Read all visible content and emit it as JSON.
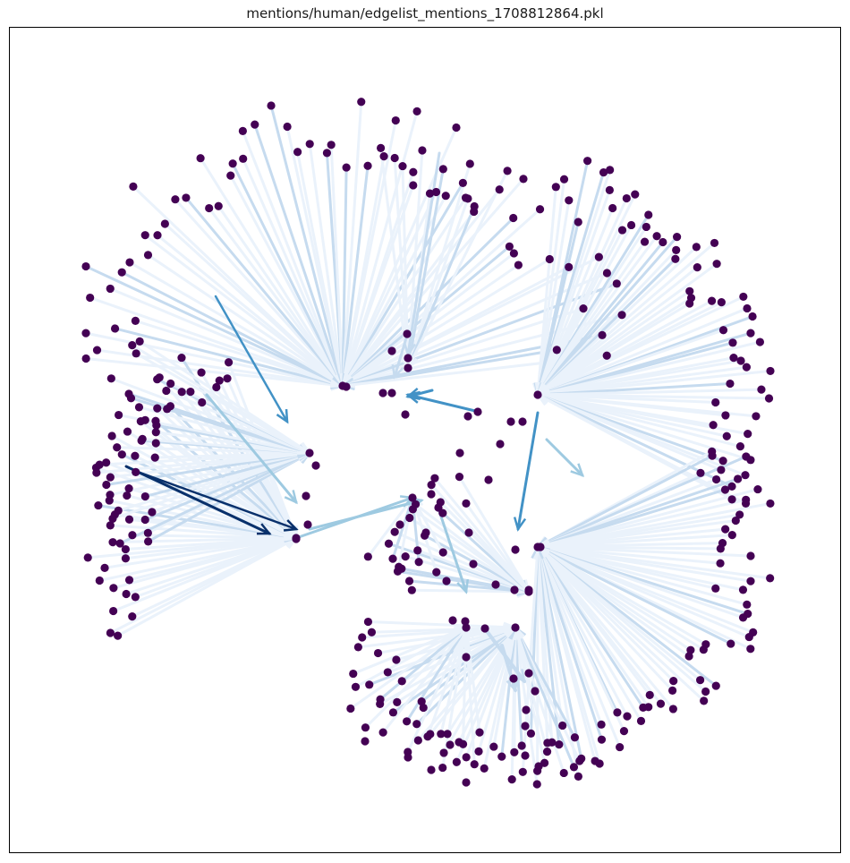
{
  "figure": {
    "title": "mentions/human/edgelist_mentions_1708812864.pkl"
  },
  "style": {
    "node_color": "#440154",
    "edge_colors": {
      "faint": "#eaf2fb",
      "light": "#c6dbef",
      "medium": "#9ecae1",
      "strong": "#4292c6",
      "darkest": "#08306b"
    }
  },
  "graph": {
    "layout": "radial clusters",
    "hubs": 10,
    "strong_edges": 12
  }
}
